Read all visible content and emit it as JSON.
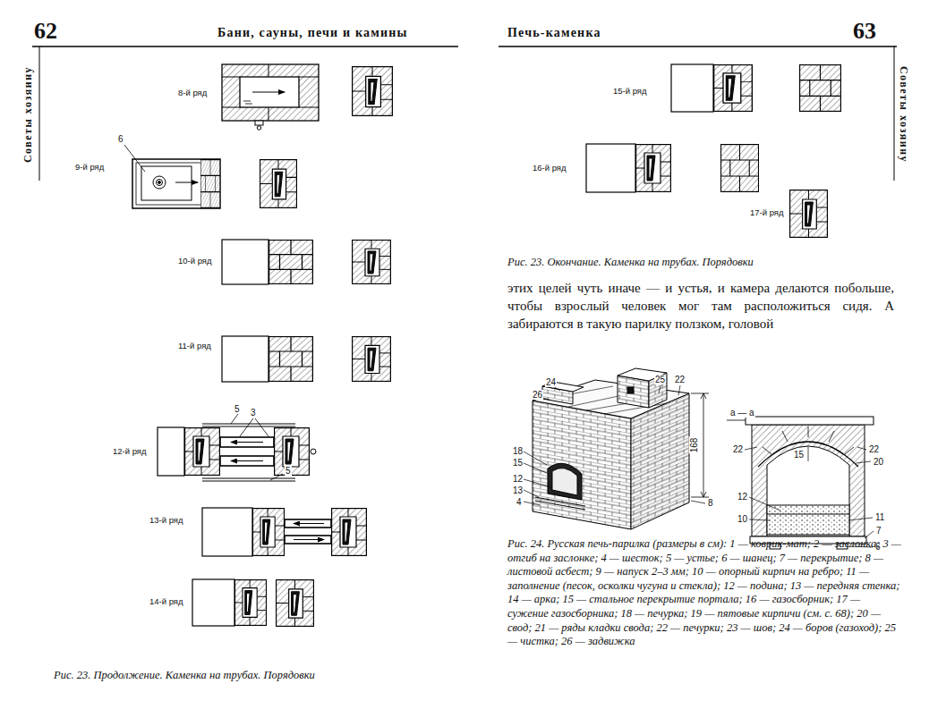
{
  "diagram": {
    "labels": [
      "62",
      "Бани, сауны, печи и камины",
      "Советы хозяину",
      "8-й ряд",
      "6",
      "9-й ряд",
      "10-й ряд",
      "11-й ряд",
      "5",
      "3",
      "12-й ряд",
      "5",
      "13-й ряд",
      "14-й ряд",
      "Рис. 23. Продолжение. Каменка на трубах. Порядовки",
      "Печь-каменка",
      "63",
      "Советы хозяину",
      "15-й ряд",
      "16-й ряд",
      "17-й ряд",
      "Рис. 23. Окончание. Каменка на трубах. Порядовки",
      "этих целей чуть иначе — и устья, и камера делаются побольше, чтобы взрослый человек мог там расположиться сидя. А забираются в такую парилку ползком, головой",
      "26",
      "24",
      "25",
      "22",
      "168",
      "18",
      "15",
      "12",
      "13",
      "4",
      "8",
      "а — а",
      "22",
      "22",
      "20",
      "15",
      "12",
      "10",
      "11",
      "7",
      "6",
      "Рис. 24. Русская печь-парилка (размеры в см): 1 — коврик-мат; 2 — заслонка; 3 — отгиб на заслонке; 4 — шесток; 5 — устье; 6 — шанец; 7 — перекрытие; 8 — листовой асбест; 9 — напуск 2–3 мм; 10 — опорный кирпич на ребро; 11 — заполнение (песок, осколки чугуна и стекла); 12 — подина; 13 — передняя стенка; 14 — арка; 15 — стальное перекрытие портала; 16 — газосборник; 17 — сужение газосборника; 18 — печурка; 19 — пятовые кирпичи (см. с. 68); 20 — свод; 21 — ряды кладки свода; 22 — печурки; 23 — шов; 24 — боров (газоход); 25 — чистка; 26 — задвижка"
    ]
  }
}
